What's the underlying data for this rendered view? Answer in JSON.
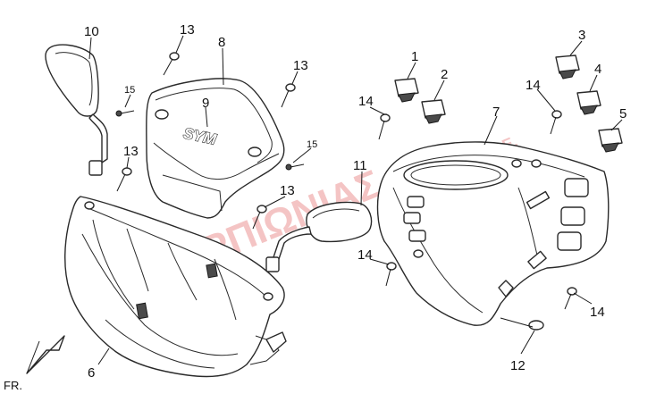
{
  "callouts": {
    "c1": "1",
    "c2": "2",
    "c3": "3",
    "c4": "4",
    "c5": "5",
    "c6": "6",
    "c7": "7",
    "c8": "8",
    "c9": "9",
    "c10": "10",
    "c11": "11",
    "c12": "12",
    "c13a": "13",
    "c13b": "13",
    "c13c": "13",
    "c13d": "13",
    "c14a": "14",
    "c14b": "14",
    "c14c": "14",
    "c14d": "14",
    "c15a": "15",
    "c15b": "15"
  },
  "direction_label": "FR.",
  "brand_emblem": "SYM",
  "watermark": {
    "text": "ΣΚΟΡΠΙΩΝΙΑΣ",
    "suffix": "A.E.",
    "color": "#e05a5a"
  }
}
